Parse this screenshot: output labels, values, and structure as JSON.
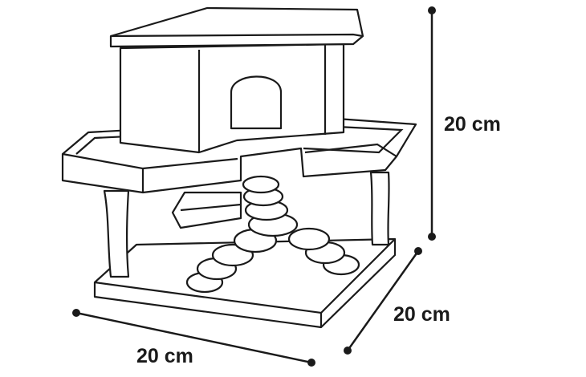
{
  "dimensions": {
    "height_label": "20 cm",
    "depth_label": "20 cm",
    "width_label": "20 cm"
  },
  "colors": {
    "line": "#1a1a1a",
    "background": "#ffffff"
  }
}
